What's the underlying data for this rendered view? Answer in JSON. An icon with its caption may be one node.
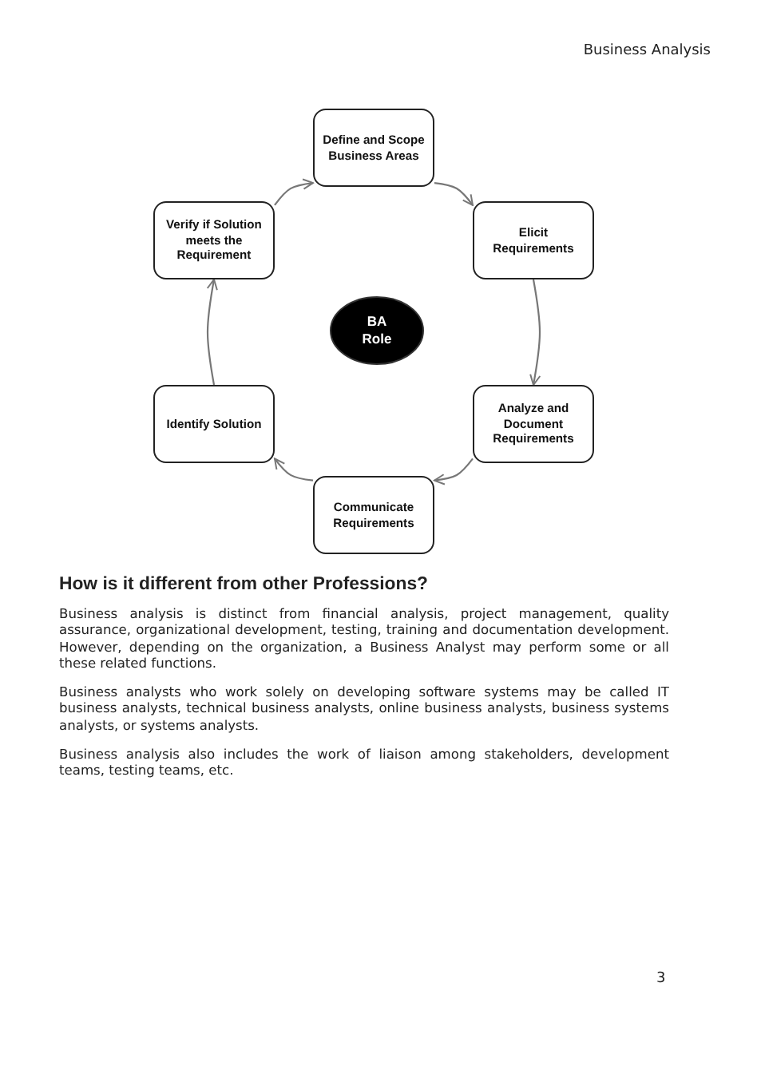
{
  "diagram": {
    "nodes": [
      {
        "text": [
          "Define and Scope Business Areas"
        ]
      },
      {
        "text": [
          "Verify if Solution meets the Requirement"
        ]
      },
      {
        "text": [
          "Elicit Requirements"
        ]
      },
      {
        "text": [
          "BA Role"
        ]
      },
      {
        "text": [
          "Identify Solution"
        ]
      },
      {
        "text": [
          "Analyze and Document Requirements"
        ]
      },
      {
        "text": [
          "Communicate Requirements"
        ]
      }
    ],
    "edges": [
      {
        "from": 0,
        "to": 2,
        "arrow": "to"
      },
      {
        "from": 2,
        "to": 5,
        "arrow": "to"
      },
      {
        "from": 5,
        "to": 6,
        "arrow": "to"
      },
      {
        "from": 6,
        "to": 4,
        "arrow": "to"
      },
      {
        "from": 4,
        "to": 1,
        "arrow": "to"
      },
      {
        "from": 1,
        "to": 0,
        "arrow": "to"
      }
    ],
    "labels": [
      "Business Analysis",
      "How is it different from other Professions?",
      "Business analysis is distinct from financial analysis, project management, quality assurance, organizational development, testing, training and documentation development. However, depending on the organization, a Business Analyst may perform some or all these related functions.",
      "Business analysts who work solely on developing software systems may be called IT business analysts, technical business analysts, online business analysts, business systems analysts, or systems analysts.",
      "Business analysis also includes the work of liaison among stakeholders, development teams, testing teams, etc.",
      "3"
    ]
  }
}
